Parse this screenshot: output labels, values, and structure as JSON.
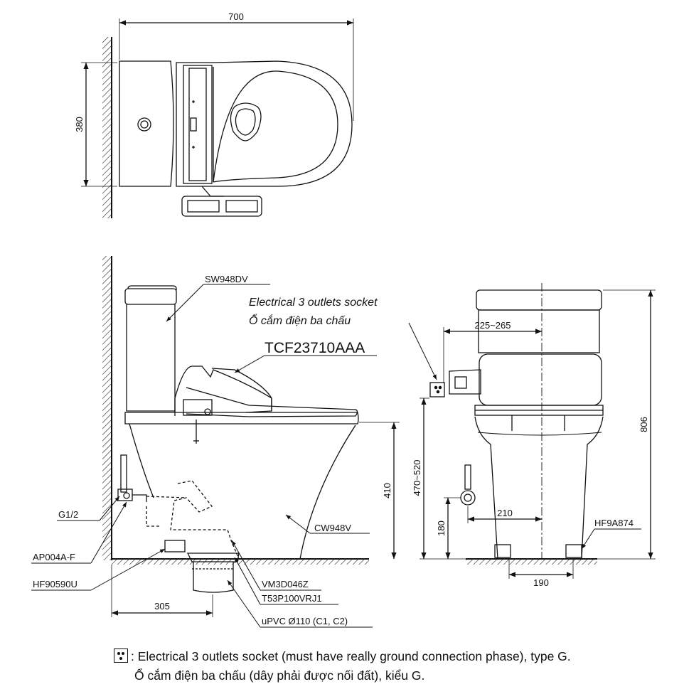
{
  "dimensions": {
    "top_width": "700",
    "top_depth": "380",
    "side_seat_height": "410",
    "side_rough_in": "305",
    "front_height": "806",
    "front_socket_height": "470~520",
    "front_socket_offset": "225~265",
    "front_inlet_offset": "210",
    "front_inlet_height": "180",
    "front_base_width": "190"
  },
  "parts": {
    "tank": "SW948DV",
    "seat": "TCF23710AAA",
    "bowl": "CW948V",
    "thread": "G1/2",
    "stop_valve": "AP004A-F",
    "supply_hose": "HF90590U",
    "gasket": "VM3D046Z",
    "flange": "T53P100VRJ1",
    "drain_pipe": "uPVC Ø110 (C1, C2)",
    "floor_bolt": "HF9A874"
  },
  "socket_label": {
    "en": "Electrical 3 outlets socket",
    "vi": "Ổ cắm điện ba chấu"
  },
  "footnote": {
    "en": ": Electrical 3 outlets socket (must have really ground connection phase), type G.",
    "vi": "Ổ cắm điện ba chấu (dây phải được nối đất), kiểu G."
  },
  "icons": [
    "socket-icon"
  ]
}
